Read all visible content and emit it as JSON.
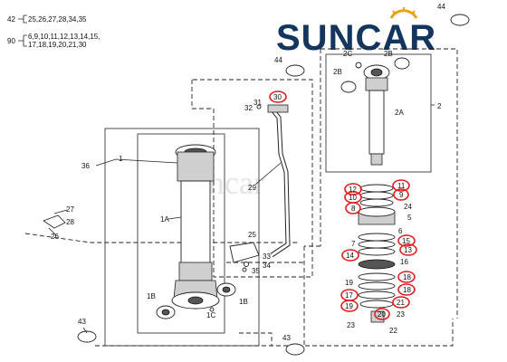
{
  "logo": {
    "text": "SUNCAR",
    "colors": {
      "primary": "#14355e",
      "accent": "#e8a317"
    }
  },
  "watermark": {
    "text": "suncar"
  },
  "legend": [
    {
      "id": "42",
      "text": "25,26,27,28,34,35"
    },
    {
      "id": "90",
      "line1": "6,9,10,11,12,13,14,15,",
      "line2": "17,18,19,20,21,30"
    }
  ],
  "labels": {
    "l44a": "44",
    "l44b": "44",
    "l2": "2",
    "l2A": "2A",
    "l2B_top": "2B",
    "l2B_left": "2B",
    "l2C": "2C",
    "l31": "31",
    "l32": "32",
    "l30": "30",
    "l29": "29",
    "l36": "36",
    "l1": "1",
    "l1A": "1A",
    "l1B_left": "1B",
    "l1B_right": "1B",
    "l1C": "1C",
    "l25": "25",
    "l33": "33",
    "l34": "34",
    "l35": "35",
    "l27": "27",
    "l28": "28",
    "l26": "26",
    "l43a": "43",
    "l43b": "43",
    "l12": "12",
    "l11": "11",
    "l10": "10",
    "l9": "9",
    "l8": "8",
    "l24": "24",
    "l5": "5",
    "l6": "6",
    "l7": "7",
    "l15": "15",
    "l14": "14",
    "l13": "13",
    "l16": "16",
    "l18a": "18",
    "l19a": "19",
    "l17": "17",
    "l18b": "18",
    "l19b": "19",
    "l21": "21",
    "l20": "20",
    "l23a": "23",
    "l23b": "23",
    "l22": "22"
  },
  "highlight_color": "#e11b1b"
}
